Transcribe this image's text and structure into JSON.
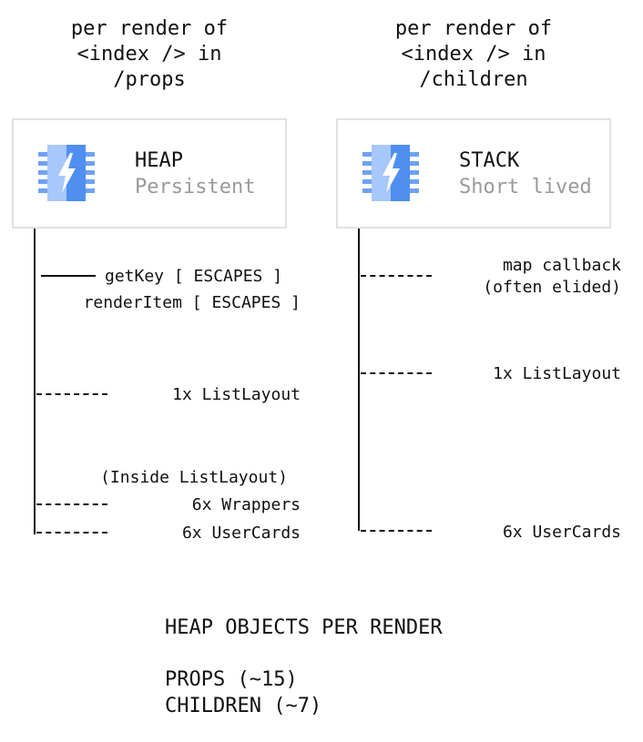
{
  "columns": [
    {
      "title_lines": [
        "per render of",
        "<index /> in",
        "/props"
      ],
      "card": {
        "title": "HEAP",
        "subtitle": "Persistent",
        "icon": "memory-chip-bolt-icon"
      },
      "labels": {
        "getkey": "getKey [ ESCAPES ]",
        "renderitem": "renderItem [ ESCAPES ]",
        "listlayout": "1x ListLayout",
        "inside": "(Inside ListLayout)",
        "wrappers": "6x Wrappers",
        "usercards": "6x UserCards"
      }
    },
    {
      "title_lines": [
        "per render of",
        "<index /> in",
        "/children"
      ],
      "card": {
        "title": "STACK",
        "subtitle": "Short lived",
        "icon": "memory-chip-bolt-icon"
      },
      "labels": {
        "map_line1": "map callback",
        "map_line2": "(often elided)",
        "listlayout": "1x ListLayout",
        "usercards": "6x UserCards"
      }
    }
  ],
  "summary": {
    "heading": "HEAP OBJECTS PER RENDER",
    "props": "PROPS (~15)",
    "children": "CHILDREN (~7)"
  },
  "colors": {
    "chip_light": "#a8c7fa",
    "chip_dark": "#4f8ff0",
    "chip_pins": "#6ea2f3",
    "card_border": "#e1e1e1",
    "subtitle": "#9a9a9a",
    "line": "#111111"
  }
}
